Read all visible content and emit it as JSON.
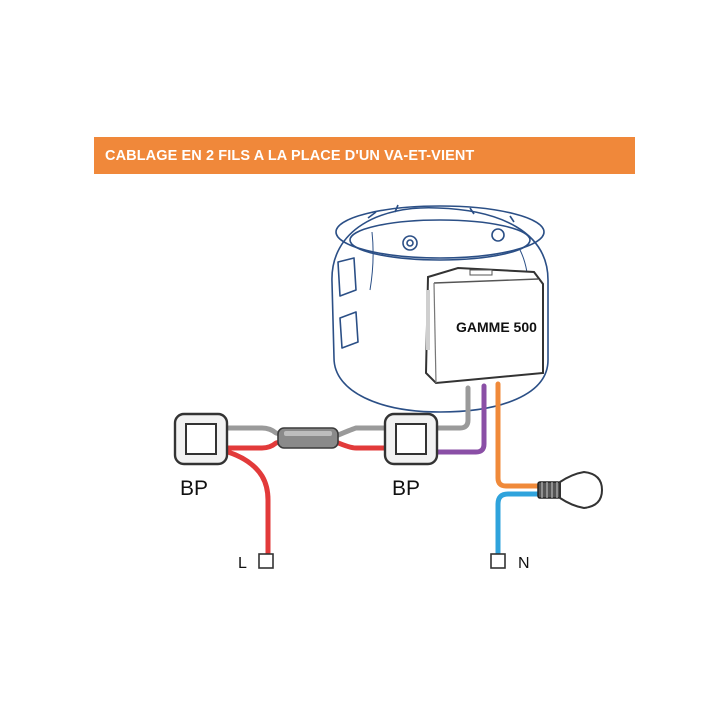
{
  "banner": {
    "title": "CABLAGE EN 2 FILS A LA PLACE D'UN VA-ET-VIENT"
  },
  "module": {
    "label": "GAMME 500"
  },
  "switches": [
    {
      "label": "BP"
    },
    {
      "label": "BP"
    }
  ],
  "terminals": {
    "line": {
      "label": "L"
    },
    "neutral": {
      "label": "N"
    }
  },
  "colors": {
    "banner": "#F0883A",
    "box_outline": "#2B4F86",
    "wire_gray": "#9A9A9A",
    "wire_red": "#E23A3A",
    "wire_purple": "#8A4FA6",
    "wire_orange": "#F08A3A",
    "wire_blue": "#2FA3DC"
  },
  "icons": [
    "push-button-icon",
    "push-button-icon",
    "flush-box-icon",
    "module-icon",
    "bulb-icon",
    "terminal-icon",
    "terminal-icon",
    "cable-sheath-icon"
  ]
}
